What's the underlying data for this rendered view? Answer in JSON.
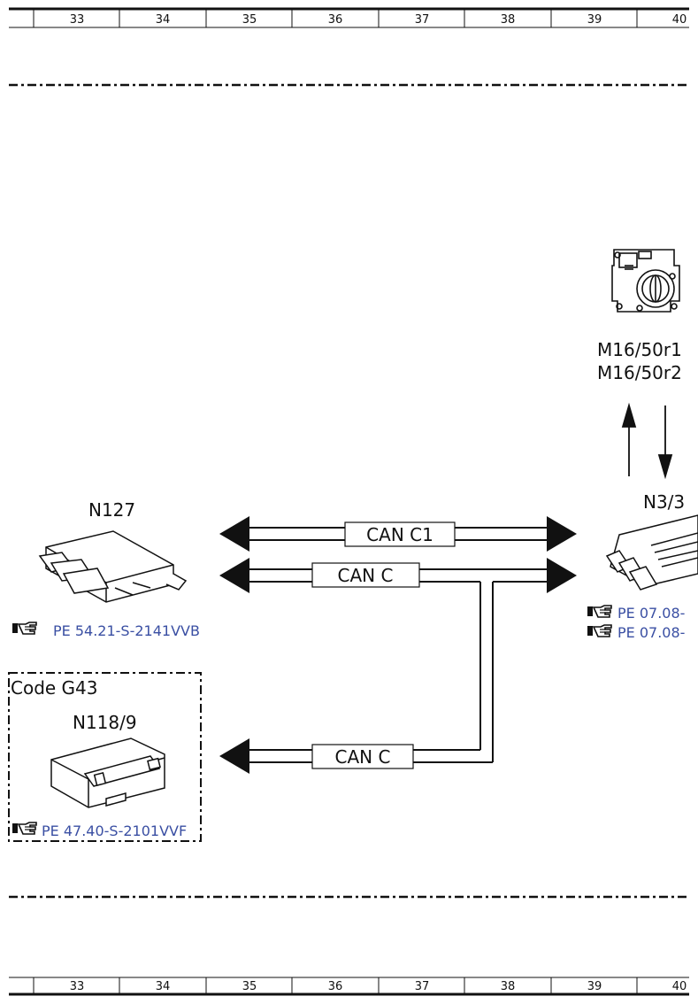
{
  "grid": {
    "columns": [
      "33",
      "34",
      "35",
      "36",
      "37",
      "38",
      "39",
      "40"
    ]
  },
  "components": {
    "throttle": {
      "labels": [
        "M16/50r1",
        "M16/50r2"
      ]
    },
    "n127": {
      "label": "N127",
      "ref": "PE 54.21-S-2141VVB"
    },
    "n3": {
      "label": "N3/3",
      "refs": [
        "PE 07.08-",
        "PE 07.08-"
      ]
    },
    "n118": {
      "code": "Code G43",
      "label": "N118/9",
      "ref": "PE 47.40-S-2101VVF"
    }
  },
  "buses": {
    "can_c1": "CAN C1",
    "can_c_top": "CAN C",
    "can_c_bottom": "CAN C"
  },
  "colors": {
    "line": "#111111",
    "reference": "#3a4fa3"
  },
  "icons": [
    "pointing-hand-icon"
  ]
}
